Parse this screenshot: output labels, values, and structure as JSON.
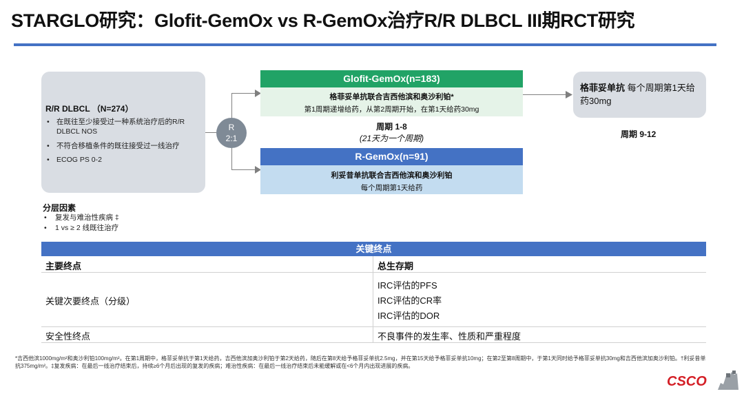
{
  "title": "STARGLO研究：Glofit-GemOx vs R-GemOx治疗R/R DLBCL III期RCT研究",
  "population": {
    "title": "R/R DLBCL （N=274）",
    "bullets": [
      "在既往至少接受过一种系统治疗后的R/R DLBCL NOS",
      "不符合移植条件的既往接受过一线治疗",
      "ECOG PS 0-2"
    ]
  },
  "randomization": {
    "line1": "R",
    "line2": "2:1"
  },
  "arm1": {
    "header": "Glofit-GemOx(n=183)",
    "line1": "格菲妥单抗联合吉西他滨和奥沙利铂*",
    "line2": "第1周期递增给药，从第2周期开始，在第1天给药30mg"
  },
  "cycle1": {
    "label": "周期 1-8",
    "note": "(21天为一个周期)"
  },
  "arm2": {
    "header": "R-GemOx(n=91)",
    "line1": "利妥昔单抗联合吉西他滨和奥沙利铂",
    "line2": "每个周期第1天给药"
  },
  "monotherapy": {
    "bold": "格菲妥单抗",
    "text": " 每个周期第1天给药30mg"
  },
  "cycle2": {
    "label": "周期 9-12"
  },
  "stratification": {
    "title": "分层因素",
    "items": [
      "复发与难治性疾病 ‡",
      "1 vs ≥ 2 线既往治疗"
    ]
  },
  "endpoints": {
    "header": "关键终点",
    "primary_label": "主要终点",
    "primary_value": "总生存期",
    "secondary_label": "关键次要终点（分级）",
    "secondary_values": [
      "IRC评估的PFS",
      "IRC评估的CR率",
      "IRC评估的DOR"
    ],
    "safety_label": "安全性终点",
    "safety_value": "不良事件的发生率、性质和严重程度"
  },
  "footnote": "*吉西他滨1000mg/m²和奥沙利铂100mg/m²。在第1周期中，格菲妥单抗于第1天给药，吉西他滨加奥沙利铂于第2天给药，随后在第8天给予格菲妥单抗2.5mg，并在第15天给予格菲妥单抗10mg；在第2至第8周期中，于第1天同时给予格菲妥单抗30mg和吉西他滨加奥沙利铂。†利妥昔单抗375mg/m²。‡复发疾病：在最后一线治疗结束后，持续≥6个月后出现的复发的疾病；难治性疾病：在最后一线治疗结束后未能缓解或在<6个月内出现进展的疾病。",
  "logo": "CSCO",
  "colors": {
    "accent": "#4472c4",
    "glofit": "#21a366",
    "logo": "#d41f26"
  }
}
